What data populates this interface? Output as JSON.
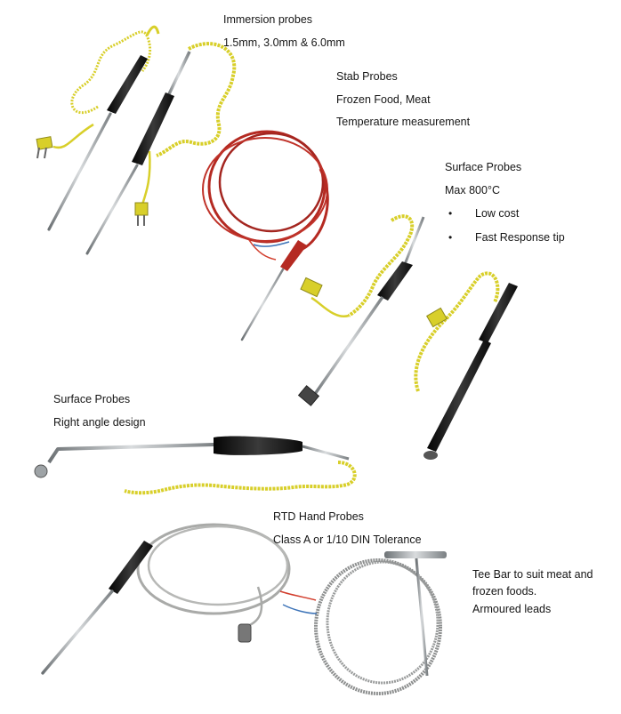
{
  "immersion": {
    "title": "Immersion probes",
    "sizes": "1.5mm, 3.0mm & 6.0mm"
  },
  "stab": {
    "title": "Stab Probes",
    "line1": "Frozen Food, Meat",
    "line2": "Temperature measurement"
  },
  "surface_top": {
    "title": "Surface Probes",
    "max_temp": "Max 800°C",
    "bullets": [
      "Low cost",
      "Fast Response tip"
    ]
  },
  "surface_right_angle": {
    "title": "Surface Probes",
    "desc": "Right angle design"
  },
  "rtd": {
    "title": "RTD Hand Probes",
    "tolerance": "Class A or 1/10 DIN Tolerance"
  },
  "tee_bar": {
    "line1": "Tee Bar to suit meat and",
    "line2": "frozen foods.",
    "line3": "Armoured leads"
  },
  "colors": {
    "cable_yellow": "#d8cf2a",
    "cable_red": "#b52a22",
    "cable_grey": "#a9aaa8",
    "handle_black": "#1c1c1c",
    "steel": "#9ea3a6",
    "armour": "#8d8f8f"
  }
}
